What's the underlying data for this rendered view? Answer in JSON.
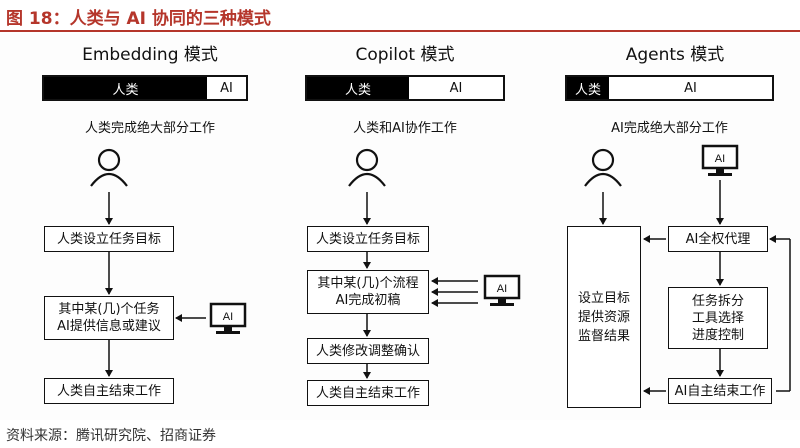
{
  "figure_title": "图 18：人类与 AI 协同的三种模式",
  "source": "资料来源：腾讯研究院、招商证券",
  "panels": [
    {
      "title": "Embedding 模式",
      "bar": {
        "left": "人类",
        "right": "AI"
      },
      "subtitle": "人类完成绝大部分工作",
      "boxes": [
        "人类设立任务目标",
        "其中某(几)个任务\nAI提供信息或建议",
        "人类自主结束工作"
      ],
      "ai_badge": "AI"
    },
    {
      "title": "Copilot 模式",
      "bar": {
        "left": "人类",
        "right": "AI"
      },
      "subtitle": "人类和AI协作工作",
      "boxes": [
        "人类设立任务目标",
        "其中某(几)个流程\nAI完成初稿",
        "人类修改调整确认",
        "人类自主结束工作"
      ],
      "ai_badge": "AI"
    },
    {
      "title": "Agents 模式",
      "bar": {
        "left": "人类",
        "right": "AI"
      },
      "subtitle": "AI完成绝大部分工作",
      "left_box": "设立目标\n提供资源\n监督结果",
      "boxes": [
        "AI全权代理",
        "任务拆分\n工具选择\n进度控制",
        "AI自主结束工作"
      ],
      "ai_badge": "AI"
    }
  ]
}
